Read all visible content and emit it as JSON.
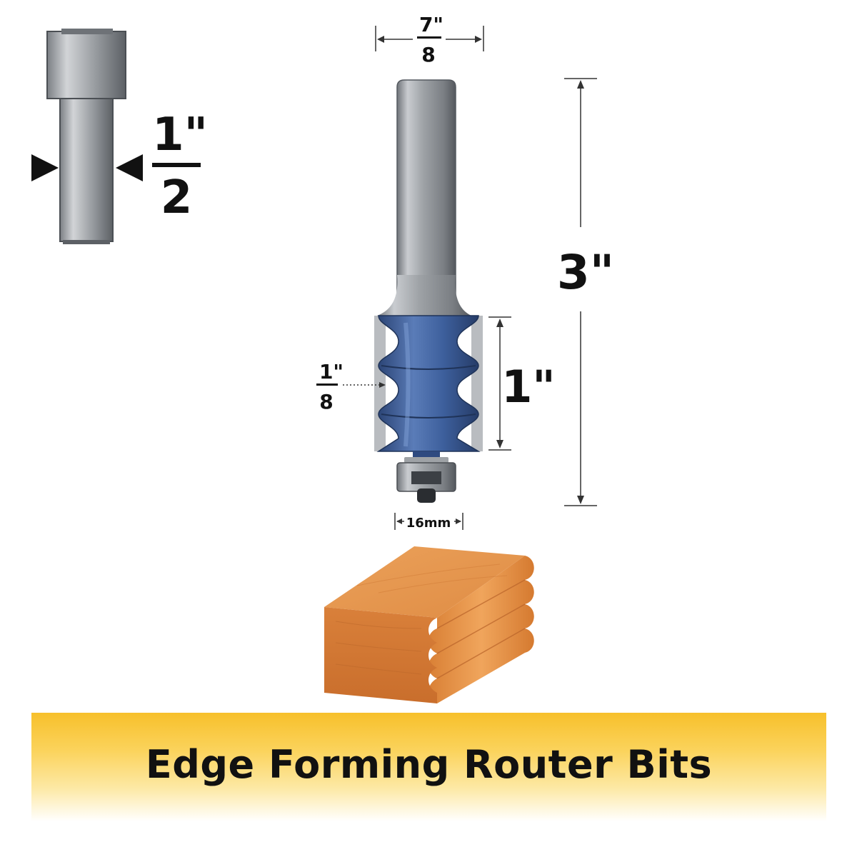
{
  "shank_dimension": {
    "numerator": "1\"",
    "denominator": "2"
  },
  "cutter_diameter": {
    "numerator": "7\"",
    "denominator": "8"
  },
  "overall_length": "3\"",
  "cutting_length": "1\"",
  "bead_radius": {
    "numerator": "1\"",
    "denominator": "8"
  },
  "bearing_diameter": "16mm",
  "title": "Edge Forming Router Bits",
  "colors": {
    "banner": "#f7c02b",
    "cutter_blue": "#3d5f9c",
    "steel": "#a3a6aa",
    "wood": "#e08a3a"
  }
}
